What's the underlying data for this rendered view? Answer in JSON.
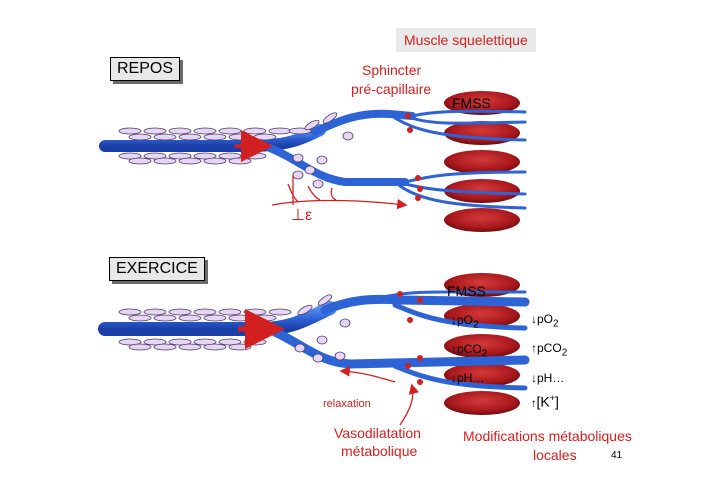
{
  "title_tag": "Muscle squelettique",
  "repos": {
    "label": "REPOS",
    "sphincter_label_1": "Sphincter",
    "sphincter_label_2": "pré-capillaire",
    "fiber_label": "FMSS",
    "symbol": "⊥ε"
  },
  "exercice": {
    "label": "EXERCICE",
    "fiber_label": "FMSS",
    "inner_labels": [
      {
        "arrow": "down",
        "text": "pO",
        "sub": "2"
      },
      {
        "arrow": "up",
        "text": "pCO",
        "sub": "2"
      },
      {
        "arrow": "down",
        "text": "pH…",
        "sub": ""
      }
    ],
    "outer_labels": [
      {
        "arrow": "down",
        "text": "pO",
        "sub": "2"
      },
      {
        "arrow": "up",
        "text": "pCO",
        "sub": "2"
      },
      {
        "arrow": "down",
        "text": "pH…",
        "sub": ""
      },
      {
        "arrow": "up",
        "text": "[K",
        "sup": "+",
        "suffix": "]"
      }
    ],
    "relaxation": "relaxation",
    "vaso_1": "Vasodilatation",
    "vaso_2": "métabolique",
    "modif_1": "Modifications métaboliques",
    "modif_2": "locales"
  },
  "page_number": "41",
  "colors": {
    "vessel": "#2e63d6",
    "vessel_dark": "#1b3fa8",
    "fiber": "#a8181c",
    "annot": "#d21f1f",
    "cell": "#e6d6f2"
  }
}
